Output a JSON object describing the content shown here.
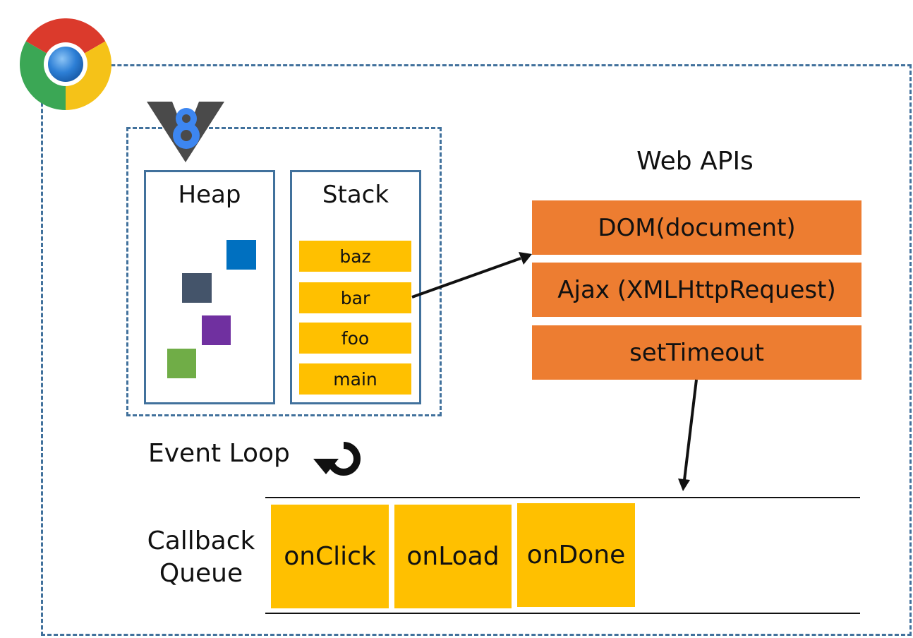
{
  "browser": {
    "logo_icon": "chrome-logo-icon"
  },
  "engine": {
    "logo_icon": "v8-logo-icon"
  },
  "heap": {
    "title": "Heap",
    "objects": [
      {
        "color": "#0070c0"
      },
      {
        "color": "#44546a"
      },
      {
        "color": "#7030a0"
      },
      {
        "color": "#70ad47"
      }
    ]
  },
  "stack": {
    "title": "Stack",
    "frames": [
      "baz",
      "bar",
      "foo",
      "main"
    ]
  },
  "web_apis": {
    "title": "Web APIs",
    "items": [
      "DOM(document)",
      "Ajax (XMLHttpRequest)",
      "setTimeout"
    ]
  },
  "event_loop": {
    "label": "Event Loop",
    "icon": "loop-arrow-icon"
  },
  "callback_queue": {
    "label_line1": "Callback",
    "label_line2": "Queue",
    "items": [
      "onClick",
      "onLoad",
      "onDone"
    ]
  },
  "colors": {
    "frame_border": "#41719c",
    "stack_frame": "#ffc000",
    "web_api": "#ed7d31",
    "queue_item": "#ffc000"
  }
}
